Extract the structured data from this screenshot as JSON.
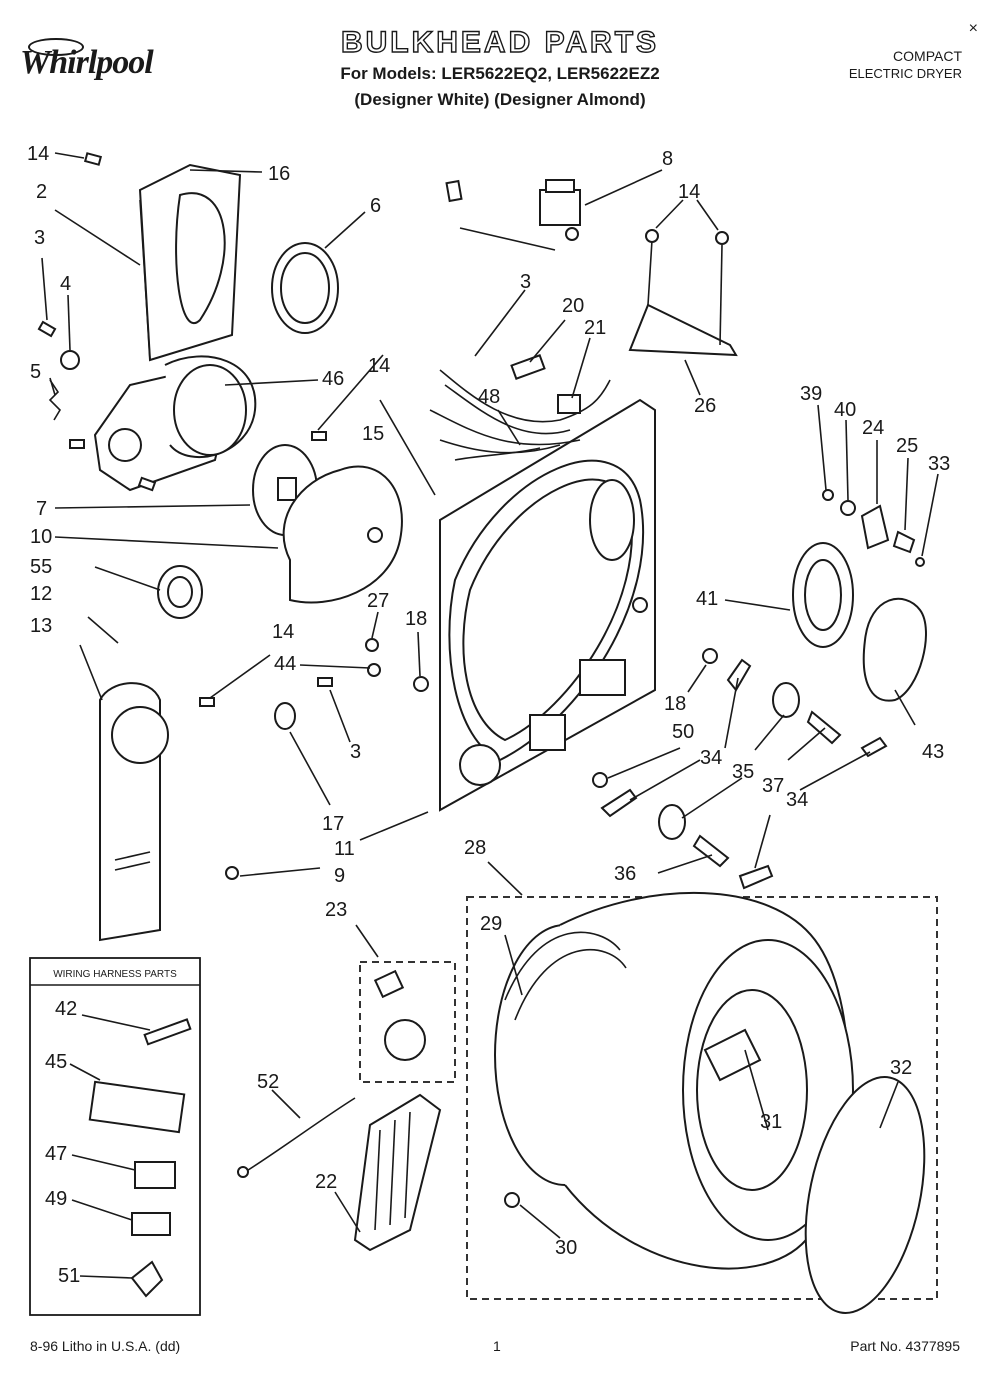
{
  "header": {
    "brand": "Whirlpool",
    "title": "BULKHEAD PARTS",
    "models": "For Models: LER5622EQ2, LER5622EZ2",
    "colors": "(Designer White)   (Designer Almond)",
    "product_line_1": "COMPACT",
    "product_line_2": "ELECTRIC DRYER",
    "corner_mark": "×"
  },
  "inset": {
    "title": "WIRING HARNESS PARTS",
    "labels": [
      "42",
      "45",
      "47",
      "49",
      "51"
    ]
  },
  "callouts": [
    "14",
    "16",
    "2",
    "6",
    "3",
    "4",
    "5",
    "46",
    "7",
    "10",
    "55",
    "12",
    "13",
    "14",
    "44",
    "27",
    "18",
    "17",
    "3",
    "11",
    "9",
    "15",
    "14",
    "3",
    "20",
    "21",
    "48",
    "8",
    "14",
    "26",
    "39",
    "40",
    "24",
    "25",
    "33",
    "41",
    "43",
    "18",
    "50",
    "34",
    "35",
    "37",
    "34",
    "36",
    "28",
    "29",
    "32",
    "31",
    "30",
    "23",
    "52",
    "22"
  ],
  "footer": {
    "left": "8-96 Litho in U.S.A. (dd)",
    "page": "1",
    "right": "Part No. 4377895"
  }
}
